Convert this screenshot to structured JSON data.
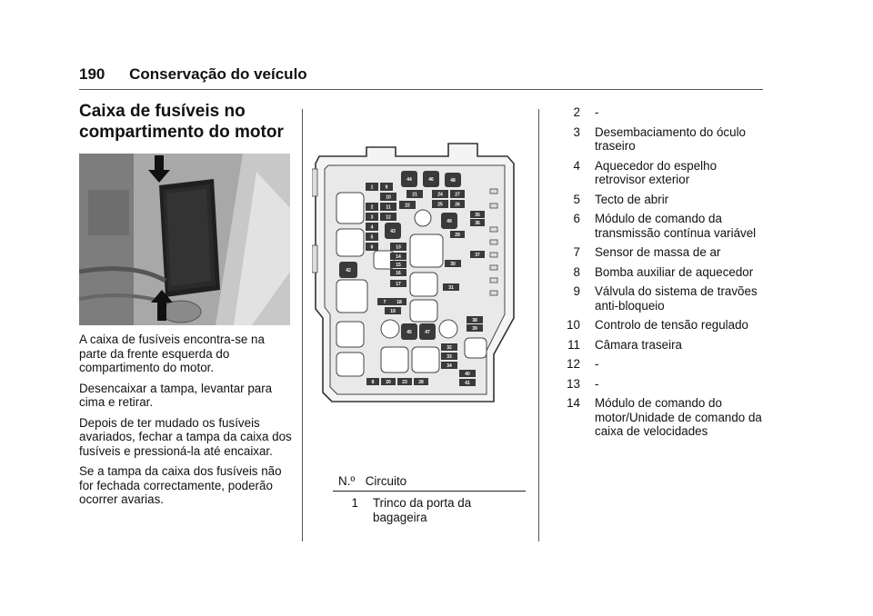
{
  "header": {
    "page_number": "190",
    "chapter_title": "Conservação do veículo"
  },
  "section_title": "Caixa de fusíveis no compartimento do motor",
  "paragraphs": [
    "A caixa de fusíveis encontra-se na parte da frente esquerda do compartimento do motor.",
    "Desencaixar a tampa, levantar para cima e retirar.",
    "Depois de ter mudado os fusíveis avariados, fechar a tampa da caixa dos fusíveis e pressioná-la até encaixar.",
    "Se a tampa da caixa dos fusíveis não for fechada correctamente, poderão ocorrer avarias."
  ],
  "table": {
    "col_num": "N.º",
    "col_circuit": "Circuito",
    "rows": [
      {
        "n": "1",
        "d": "Trinco da porta da bagageira"
      },
      {
        "n": "2",
        "d": "-"
      },
      {
        "n": "3",
        "d": "Desembaciamento do óculo traseiro"
      },
      {
        "n": "4",
        "d": "Aquecedor do espelho retrovisor exterior"
      },
      {
        "n": "5",
        "d": "Tecto de abrir"
      },
      {
        "n": "6",
        "d": "Módulo de comando da transmissão contínua variável"
      },
      {
        "n": "7",
        "d": "Sensor de massa de ar"
      },
      {
        "n": "8",
        "d": "Bomba auxiliar de aquecedor"
      },
      {
        "n": "9",
        "d": "Válvula do sistema de travões anti-bloqueio"
      },
      {
        "n": "10",
        "d": "Controlo de tensão regulado"
      },
      {
        "n": "11",
        "d": "Câmara traseira"
      },
      {
        "n": "12",
        "d": "-"
      },
      {
        "n": "13",
        "d": "-"
      },
      {
        "n": "14",
        "d": "Módulo de comando do motor/Unidade de comando da caixa de velocidades"
      }
    ]
  },
  "diagram_labels": {
    "f1": "1",
    "f2": "2",
    "f3": "3",
    "f4": "4",
    "f5": "5",
    "f6": "6",
    "f7": "7",
    "f8": "8",
    "f9": "9",
    "f10": "10",
    "f11": "11",
    "f12": "12",
    "f13": "13",
    "f14": "14",
    "f15": "15",
    "f16": "16",
    "f17": "17",
    "f18": "18",
    "f19": "19",
    "f20": "20",
    "f21": "21",
    "f22": "22",
    "f23": "23",
    "f24": "24",
    "f25": "25",
    "f26": "26",
    "f27": "27",
    "f28": "28",
    "f29": "29",
    "f30": "30",
    "f31": "31",
    "f32": "32",
    "f33": "33",
    "f34": "34",
    "f35": "35",
    "f36": "36",
    "f37": "37",
    "f38": "38",
    "f39": "39",
    "f40": "40",
    "f41": "41",
    "f42": "42",
    "f43": "43",
    "f44": "44",
    "f45": "45",
    "f46": "46",
    "f47": "47",
    "f48": "48",
    "f49": "49"
  },
  "colors": {
    "fuse_dark": "#3a3a3a",
    "box_fill": "#e6e6e6",
    "box_stroke": "#444444"
  }
}
